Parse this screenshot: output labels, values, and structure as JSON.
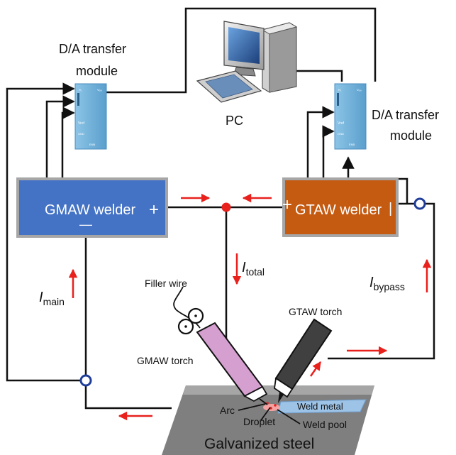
{
  "labels": {
    "da_left_line1": "D/A transfer",
    "da_left_line2": "module",
    "da_right_line1": "D/A transfer",
    "da_right_line2": "module",
    "pc": "PC",
    "gmaw_welder": "GMAW welder",
    "gmaw_plus": "+",
    "gmaw_minus": "—",
    "gtaw_welder": "GTAW welder",
    "gtaw_plus": "+",
    "gtaw_minus": "|",
    "i_total_main": "I",
    "i_total_sub": "total",
    "i_main_main": "I",
    "i_main_sub": "main",
    "i_bypass_main": "I",
    "i_bypass_sub": "bypass",
    "filler_wire": "Filler wire",
    "gtaw_torch": "GTAW torch",
    "gmaw_torch": "GMAW torch",
    "arc": "Arc",
    "droplet": "Droplet",
    "weld_metal": "Weld metal",
    "weld_pool": "Weld pool",
    "galvanized_steel": "Galvanized steel"
  },
  "module_text": {
    "pin_a": "R₁",
    "pin_b": "R₂",
    "vref": "Vref",
    "gnd": "GND",
    "vout": "Vₒᵤₜ",
    "model": "ENB"
  },
  "colors": {
    "gmaw_welder_fill": "#4472c4",
    "gtaw_welder_fill": "#c55a11",
    "welder_border": "#a6a6a6",
    "module_fill": "#6aaed6",
    "arrow_red": "#e8211d",
    "wire_black": "#111111",
    "sensor_ring": "#1f3d99",
    "steel_fill": "#808080",
    "weld_metal_fill": "#9dc3e6",
    "gmaw_torch_fill": "#d59fd0",
    "gtaw_torch_fill": "#404040"
  }
}
